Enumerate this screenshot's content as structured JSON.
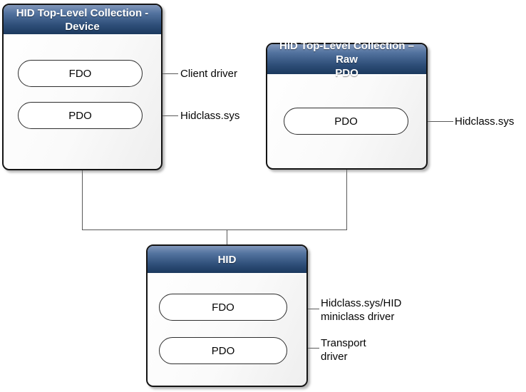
{
  "diagram": {
    "device_box": {
      "title_line1": "HID Top-Level Collection -",
      "title_line2": "Device",
      "fdo_label": "FDO",
      "pdo_label": "PDO",
      "fdo_annotation": "Client driver",
      "pdo_annotation": "Hidclass.sys"
    },
    "raw_pdo_box": {
      "title_line1": "HID Top-Level Collection – Raw",
      "title_line2": "PDO",
      "pdo_label": "PDO",
      "pdo_annotation": "Hidclass.sys"
    },
    "hid_box": {
      "title": "HID",
      "fdo_label": "FDO",
      "pdo_label": "PDO",
      "fdo_annotation": "Hidclass.sys/HID miniclass driver",
      "pdo_annotation": "Transport driver"
    },
    "colors": {
      "header_gradient_top": "#8297ba",
      "header_gradient_bottom": "#1b395e",
      "header_text": "#ffffff",
      "box_border": "#141414",
      "box_body": "#f7f7f7",
      "pill_background": "#ffffff",
      "pill_border": "#2e2e2e",
      "connector_line": "#595959",
      "annotation_text": "#050505"
    }
  }
}
